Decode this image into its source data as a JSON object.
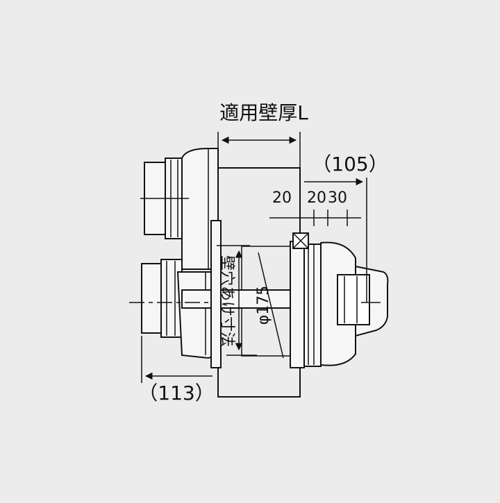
{
  "labels": {
    "wall_thickness": "適用壁厚L",
    "dim_105": "（105）",
    "dim_113": "（113）",
    "dim_20_left": "20",
    "dim_20_right": "20",
    "dim_30": "30",
    "hole_size": "壁穴あけ寸法",
    "diameter": "φ175"
  },
  "colors": {
    "background": "#ececec",
    "line": "#111111",
    "part_fill": "#f6f6f6"
  }
}
